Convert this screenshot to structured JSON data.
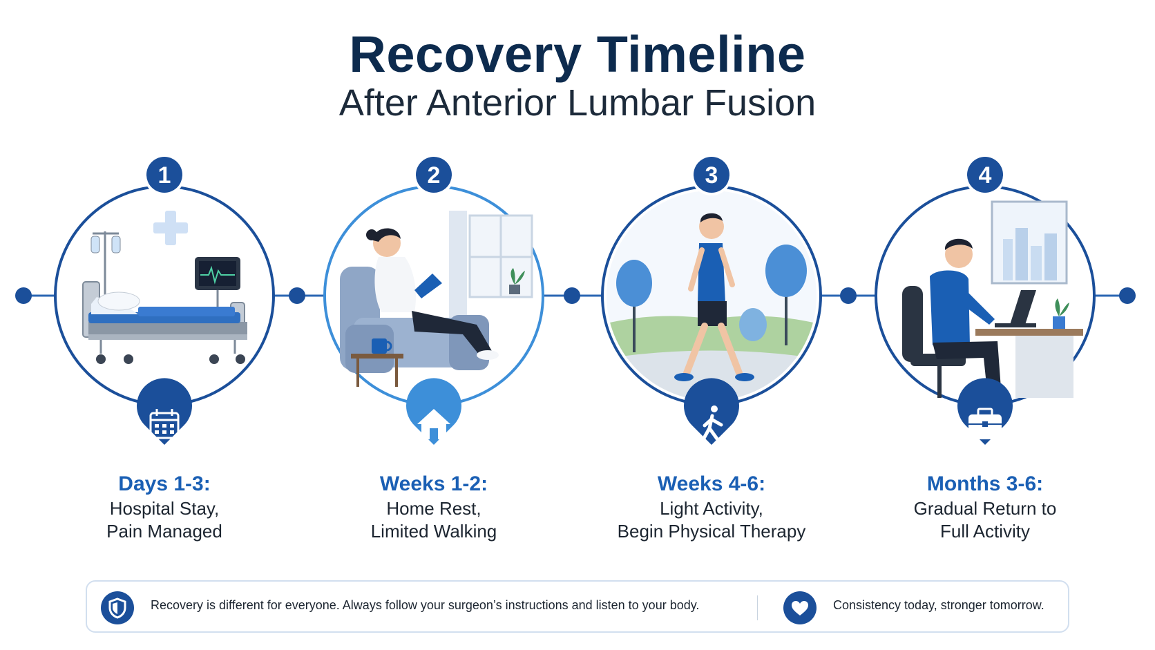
{
  "header": {
    "title": "Recovery Timeline",
    "subtitle": "After Anterior Lumbar Fusion"
  },
  "stages": [
    {
      "number": "1",
      "period": "Days 1-3:",
      "line1": "Hospital Stay,",
      "line2": "Pain Managed",
      "icon": "calendar-icon",
      "scene": "hospital-bed"
    },
    {
      "number": "2",
      "period": "Weeks 1-2:",
      "line1": "Home Rest,",
      "line2": "Limited Walking",
      "icon": "home-icon",
      "scene": "reading-armchair"
    },
    {
      "number": "3",
      "period": "Weeks 4-6:",
      "line1": "Light Activity,",
      "line2": "Begin Physical Therapy",
      "icon": "walking-icon",
      "scene": "walking-park"
    },
    {
      "number": "4",
      "period": "Months 3-6:",
      "line1": "Gradual Return to",
      "line2": "Full Activity",
      "icon": "briefcase-icon",
      "scene": "desk-work"
    }
  ],
  "footer": {
    "note": "Recovery is different for everyone. Always follow your surgeon’s instructions and listen to your body.",
    "motto": "Consistency today, stronger tomorrow.",
    "note_icon": "shield-icon",
    "motto_icon": "heart-icon"
  },
  "colors": {
    "navy": "#0d2b4e",
    "primary": "#1b4f9a",
    "accent": "#1a5fb4",
    "light_blue": "#3d8fd9",
    "pale": "#e9f2fb"
  }
}
